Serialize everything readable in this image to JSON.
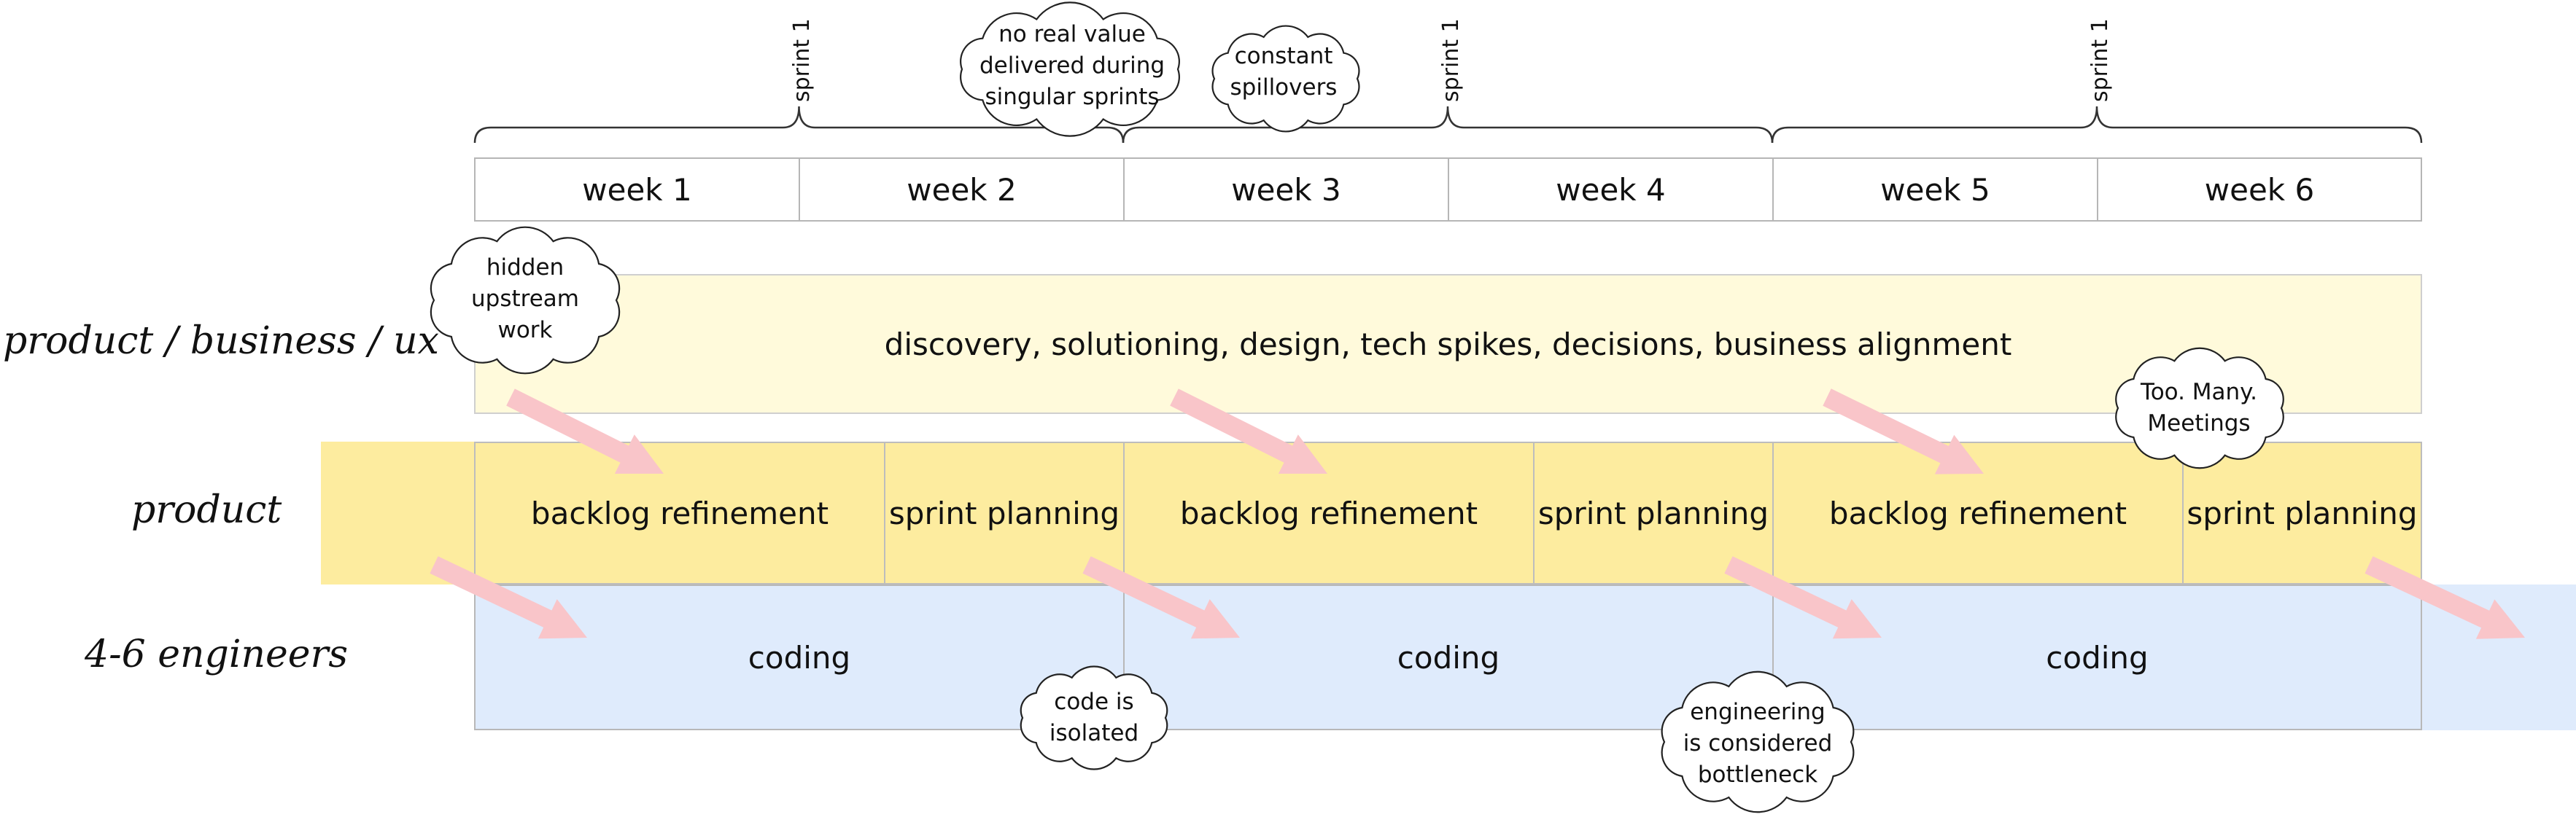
{
  "sprints": [
    {
      "label": "sprint 1"
    },
    {
      "label": "sprint 1"
    },
    {
      "label": "sprint 1"
    }
  ],
  "weeks": [
    {
      "label": "week 1"
    },
    {
      "label": "week 2"
    },
    {
      "label": "week 3"
    },
    {
      "label": "week 4"
    },
    {
      "label": "week 5"
    },
    {
      "label": "week 6"
    }
  ],
  "lanes": {
    "business": "product / business / ux",
    "product": "product",
    "engineers": "4-6 engineers"
  },
  "discovery": {
    "text": "discovery, solutioning, design, tech spikes, decisions, business alignment"
  },
  "product_cells": [
    {
      "text": "backlog refinement"
    },
    {
      "text": "sprint planning"
    },
    {
      "text": "backlog refinement"
    },
    {
      "text": "sprint planning"
    },
    {
      "text": "backlog refinement"
    },
    {
      "text": "sprint planning"
    }
  ],
  "coding_cells": [
    {
      "text": "coding"
    },
    {
      "text": "coding"
    },
    {
      "text": "coding"
    }
  ],
  "clouds": {
    "no_value": [
      "no real value",
      "delivered during",
      "singular sprints"
    ],
    "spillovers": [
      "constant",
      "spillovers"
    ],
    "hidden": [
      "hidden",
      "upstream",
      "work"
    ],
    "meetings": [
      "Too. Many.",
      "Meetings"
    ],
    "isolated": [
      "code is",
      "isolated"
    ],
    "bottleneck": [
      "engineering",
      "is considered",
      "bottleneck"
    ]
  },
  "colors": {
    "discovery_fill": "#fffadb",
    "product_fill": "#fdec9f",
    "coding_fill": "#dfebfc",
    "arrow_fill": "#f9c5c9",
    "border": "#b6b6b6"
  }
}
